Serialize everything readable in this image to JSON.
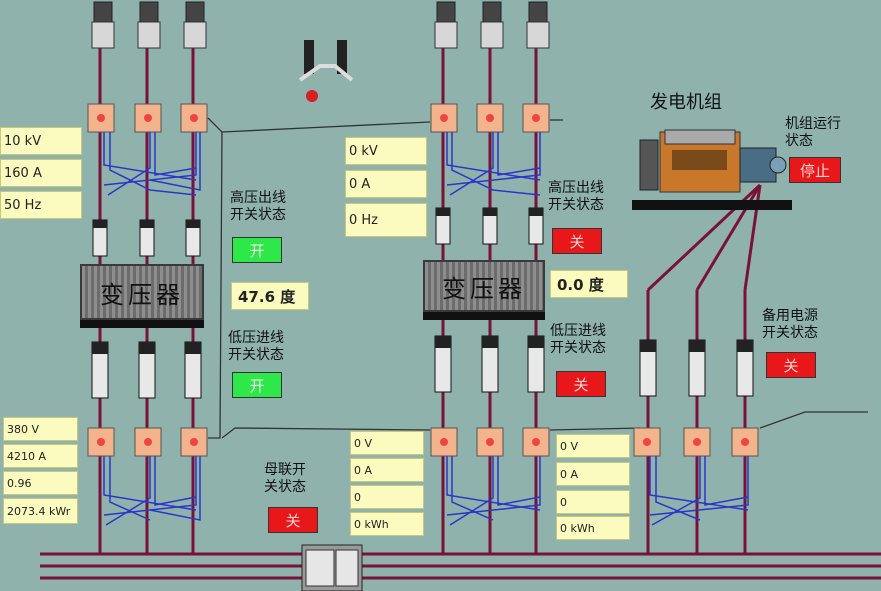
{
  "left_panel": {
    "hv_readings": [
      "10 kV",
      "160 A",
      "50 Hz"
    ],
    "hv_switch": {
      "label_line1": "高压出线",
      "label_line2": "开关状态",
      "state": "开"
    },
    "transformer_label": "变压器",
    "temperature": "47.6 度",
    "lv_switch": {
      "label_line1": "低压进线",
      "label_line2": "开关状态",
      "state": "开"
    },
    "lv_readings": [
      "380 V",
      "4210 A",
      "0.96",
      "2073.4 kWr"
    ]
  },
  "bus_tie": {
    "label_line1": "母联开",
    "label_line2": "关状态",
    "state": "关"
  },
  "mid_panel": {
    "hv_readings": [
      "0 kV",
      "0 A",
      "0 Hz"
    ],
    "hv_switch": {
      "label_line1": "高压出线",
      "label_line2": "开关状态",
      "state": "关"
    },
    "transformer_label": "变压器",
    "temperature": "0.0 度",
    "lv_switch": {
      "label_line1": "低压进线",
      "label_line2": "开关状态",
      "state": "关"
    },
    "lv_readings": [
      "0 V",
      "0 A",
      "0",
      "0 kWh"
    ]
  },
  "right_panel": {
    "lv_readings": [
      "0 V",
      "0 A",
      "0",
      "0 kWh"
    ]
  },
  "generator": {
    "title": "发电机组",
    "run_label_line1": "机组运行",
    "run_label_line2": "状态",
    "run_state": "停止",
    "standby_label_line1": "备用电源",
    "standby_label_line2": "开关状态",
    "standby_state": "关"
  },
  "colors": {
    "background": "#8fb3ac",
    "on": "#2ee84a",
    "off": "#e8171a",
    "readout": "#fbfbc0",
    "cable": "#7a1238",
    "wire": "#2a36c9"
  }
}
